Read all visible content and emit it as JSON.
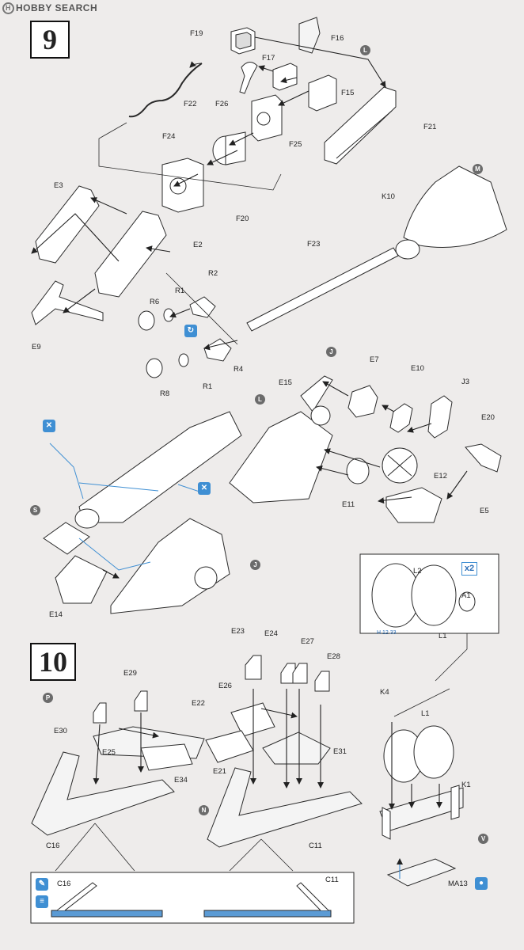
{
  "watermark": {
    "logo": "H",
    "text": "HOBBY SEARCH"
  },
  "steps": [
    {
      "number": "9"
    },
    {
      "number": "10"
    }
  ],
  "parts": {
    "F19": "F19",
    "F16": "F16",
    "F17": "F17",
    "F15": "F15",
    "F22": "F22",
    "F26": "F26",
    "F21": "F21",
    "F25": "F25",
    "F24": "F24",
    "F20": "F20",
    "E3": "E3",
    "E2": "E2",
    "K10": "K10",
    "F23": "F23",
    "R2": "R2",
    "R1a": "R1",
    "R6": "R6",
    "E9": "E9",
    "R4": "R4",
    "R8": "R8",
    "R1b": "R1",
    "E7": "E7",
    "E10": "E10",
    "J3": "J3",
    "E15": "E15",
    "E20": "E20",
    "E12": "E12",
    "E11": "E11",
    "E5": "E5",
    "E14": "E14",
    "L2": "L2",
    "A1": "A1",
    "L1a": "L1",
    "E23": "E23",
    "E24": "E24",
    "E27": "E27",
    "E28": "E28",
    "E29": "E29",
    "E26": "E26",
    "E22": "E22",
    "E30": "E30",
    "E31": "E31",
    "E25": "E25",
    "E34": "E34",
    "E21": "E21",
    "C16": "C16",
    "C11": "C11",
    "K4": "K4",
    "L1b": "L1",
    "K1": "K1",
    "MA13": "MA13",
    "C16b": "C16",
    "C11b": "C11"
  },
  "callouts": {
    "L1": "L",
    "M": "M",
    "J1": "J",
    "L2": "L",
    "S": "S",
    "J2": "J",
    "P": "P",
    "N": "N",
    "V": "V"
  },
  "wheel_inset": {
    "quantity": "x2",
    "paint_ref": "H 12 33"
  },
  "colors": {
    "background": "#eeeceb",
    "line": "#2a2a2a",
    "blue": "#3f8fd3",
    "callout": "#6b6b6b"
  }
}
